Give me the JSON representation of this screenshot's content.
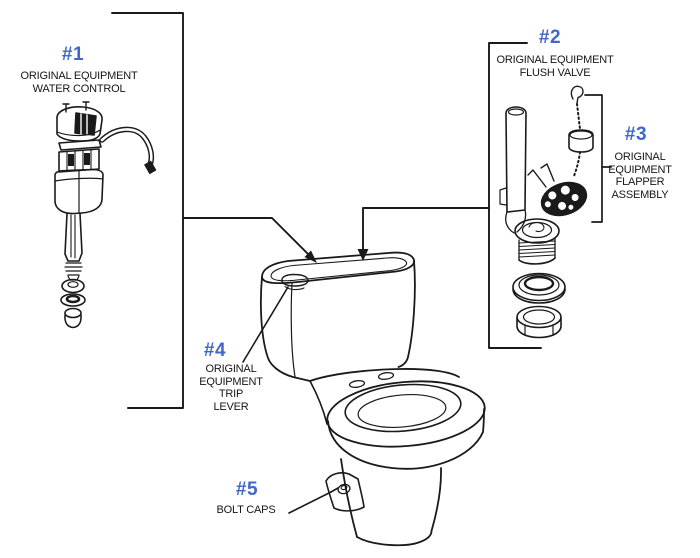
{
  "colors": {
    "accent": "#4166c9",
    "line": "#1a1a1a",
    "background": "#ffffff"
  },
  "callouts": [
    {
      "number": "#1",
      "label": "ORIGINAL EQUIPMENT\nWATER CONTROL"
    },
    {
      "number": "#2",
      "label": "ORIGINAL EQUIPMENT\nFLUSH VALVE"
    },
    {
      "number": "#3",
      "label": "ORIGINAL\nEQUIPMENT\nFLAPPER\nASSEMBLY"
    },
    {
      "number": "#4",
      "label": "ORIGINAL\nEQUIPMENT\nTRIP\nLEVER"
    },
    {
      "number": "#5",
      "label": "BOLT CAPS"
    }
  ]
}
